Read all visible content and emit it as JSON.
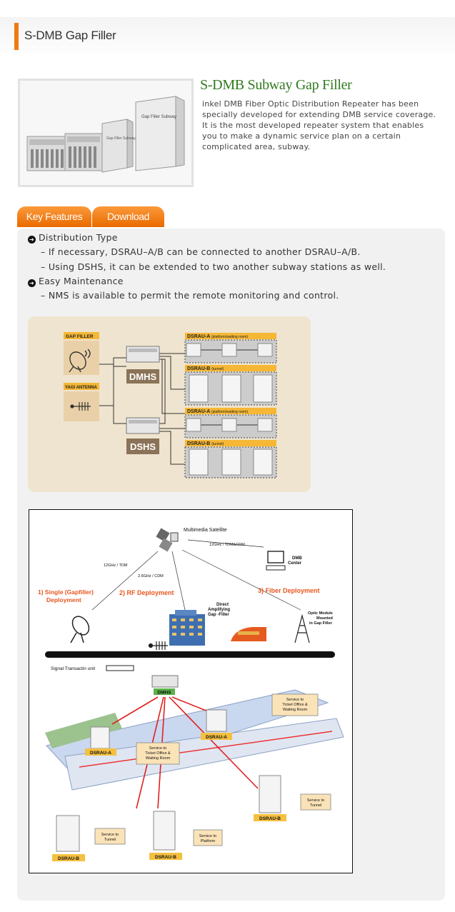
{
  "header": {
    "title": "S-DMB Gap Filler"
  },
  "product": {
    "title": "S-DMB Subway Gap Filler",
    "desc_lines": [
      "inkel DMB Fiber Optic Distribution Repeater has been",
      "specially developed for extending DMB service coverage.",
      "It is the most developed repeater system that enables",
      "you to make a dynamic service plan on a certain",
      "complicated area, subway."
    ],
    "image_labels": {
      "cabinet": "Gap Filler Subway",
      "small": "Gap Filler Subway"
    }
  },
  "tabs": [
    {
      "label": "Key Features"
    },
    {
      "label": "Download"
    }
  ],
  "features": [
    {
      "heading": "Distribution Type",
      "items": [
        "– If necessary, DSRAU–A/B can be connected to another DSRAU–A/B.",
        "– Using DSHS, it can be extended to two another subway stations as well."
      ]
    },
    {
      "heading": "Easy Maintenance",
      "items": [
        "– NMS is available to permit the remote monitoring and control."
      ]
    }
  ],
  "diagram1": {
    "gap_filler": "GAP FILLER",
    "yagi": "YAGI ANTENNA",
    "dmhs": "DMHS",
    "dshs": "DSHS",
    "groups": [
      {
        "name": "DSRAU-A",
        "sub": "(platform/waiting room)"
      },
      {
        "name": "DSRAU-B",
        "sub": "(tunnel)"
      },
      {
        "name": "DSRAU-A",
        "sub": "(platform/waiting room)"
      },
      {
        "name": "DSRAU-B",
        "sub": "(tunnel)"
      }
    ]
  },
  "diagram2": {
    "satellite": "Multimedia Satellite",
    "link_tdm_cdm": "12GHz / TDM&CDM",
    "dmb_center": [
      "DMB",
      "Center"
    ],
    "link_12": "12GHz / TDM",
    "link_26": "2.6GHz / CDM",
    "single": [
      "1) Single (Gapfiller)",
      "Deployment"
    ],
    "rf": "2) RF Deployment",
    "fiber": "3) Fiber Deployment",
    "direct": [
      "Direct",
      "Amplifying",
      "Gap -Filler"
    ],
    "optic": [
      "Optic Module",
      "Mounted",
      "in Gap Filler"
    ],
    "signal": "Signal Transactin unit",
    "dmhs": "DMHS",
    "dsrau_a": "DSRAU-A",
    "dsrau_b": "DSRAU-B",
    "svc_ticket": [
      "Service to",
      "Ticket Office &",
      "Waiting Room"
    ],
    "svc_tunnel": [
      "Service to",
      "Tunnel"
    ],
    "svc_platform": [
      "Service to",
      "Platform"
    ]
  }
}
